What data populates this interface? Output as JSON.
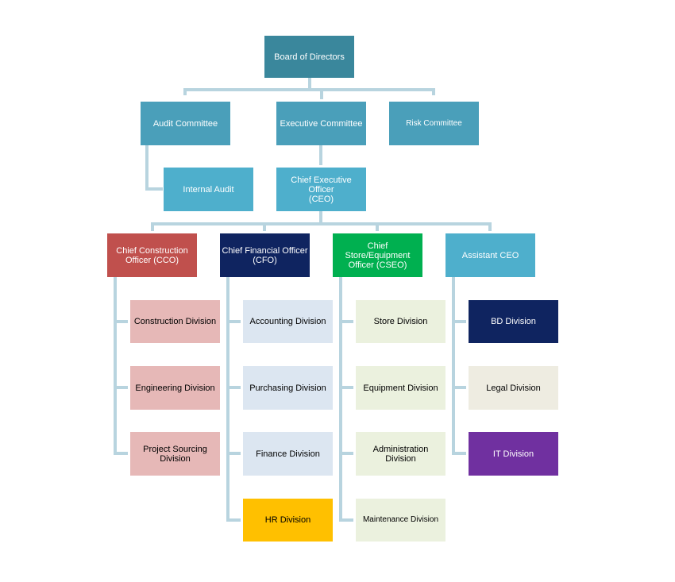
{
  "colors": {
    "connector": "#b8d4df",
    "text_light": "#ffffff",
    "text_dark": "#000000"
  },
  "nodes": {
    "board": {
      "label": "Board of Directors",
      "color": "#3a879c",
      "text": "#ffffff"
    },
    "audit": {
      "label": "Audit Committee",
      "color": "#4a9fba",
      "text": "#ffffff"
    },
    "exec": {
      "label": "Executive Committee",
      "color": "#4a9fba",
      "text": "#ffffff"
    },
    "risk": {
      "label": "Risk Committee",
      "color": "#4a9fba",
      "text": "#ffffff"
    },
    "internal": {
      "label": "Internal Audit",
      "color": "#4eafcc",
      "text": "#ffffff"
    },
    "ceo": {
      "label": "Chief Executive Officer\n(CEO)",
      "color": "#4eafcc",
      "text": "#ffffff"
    },
    "cco": {
      "label": "Chief Construction\nOfficer (CCO)",
      "color": "#c0504d",
      "text": "#ffffff"
    },
    "cfo": {
      "label": "Chief Financial Officer\n(CFO)",
      "color": "#0f2460",
      "text": "#ffffff"
    },
    "cseo": {
      "label": "Chief Store/Equipment\nOfficer (CSEO)",
      "color": "#00b050",
      "text": "#ffffff"
    },
    "asst": {
      "label": "Assistant CEO",
      "color": "#4eafcc",
      "text": "#ffffff"
    },
    "cco_1": {
      "label": "Construction Division",
      "color": "#e6b8b7",
      "text": "#000000"
    },
    "cco_2": {
      "label": "Engineering Division",
      "color": "#e6b8b7",
      "text": "#000000"
    },
    "cco_3": {
      "label": "Project Sourcing\nDivision",
      "color": "#e6b8b7",
      "text": "#000000"
    },
    "cfo_1": {
      "label": "Accounting Division",
      "color": "#dce6f1",
      "text": "#000000"
    },
    "cfo_2": {
      "label": "Purchasing Division",
      "color": "#dce6f1",
      "text": "#000000"
    },
    "cfo_3": {
      "label": "Finance Division",
      "color": "#dce6f1",
      "text": "#000000"
    },
    "cfo_4": {
      "label": "HR Division",
      "color": "#ffc000",
      "text": "#000000"
    },
    "cseo_1": {
      "label": "Store Division",
      "color": "#ebf1de",
      "text": "#000000"
    },
    "cseo_2": {
      "label": "Equipment Division",
      "color": "#ebf1de",
      "text": "#000000"
    },
    "cseo_3": {
      "label": "Administration Division",
      "color": "#ebf1de",
      "text": "#000000"
    },
    "cseo_4": {
      "label": "Maintenance Division",
      "color": "#ebf1de",
      "text": "#000000"
    },
    "asst_1": {
      "label": "BD Division",
      "color": "#0f2460",
      "text": "#ffffff"
    },
    "asst_2": {
      "label": "Legal Division",
      "color": "#eeece1",
      "text": "#000000"
    },
    "asst_3": {
      "label": "IT Division",
      "color": "#7030a0",
      "text": "#ffffff"
    }
  }
}
